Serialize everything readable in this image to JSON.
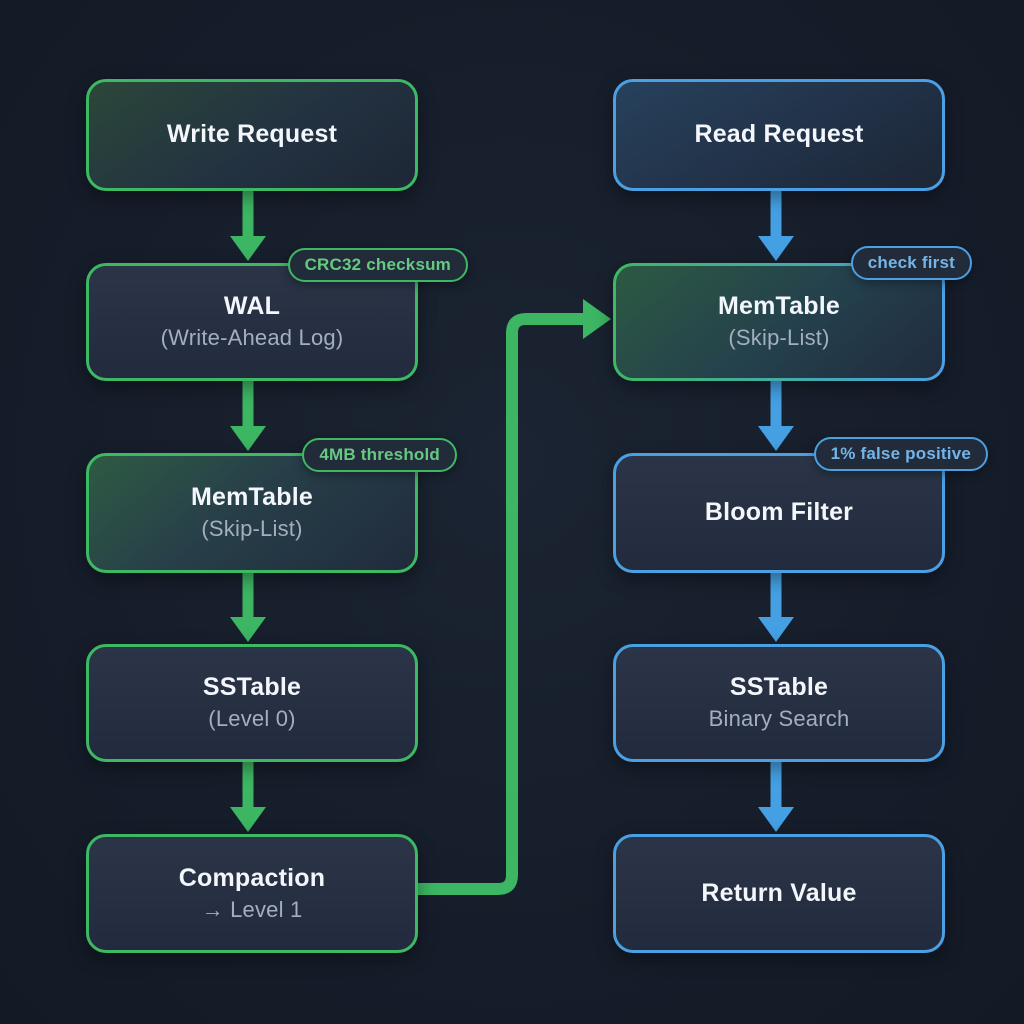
{
  "diagram": {
    "colors": {
      "background": "#161d2a",
      "green_accent": "#3db863",
      "blue_accent": "#4aa0e2",
      "title_text": "#f3f6fa",
      "subtitle_text": "#a3aebf"
    },
    "write_path": {
      "nodes": [
        {
          "title": "Write Request"
        },
        {
          "title": "WAL",
          "subtitle": "(Write-Ahead Log)",
          "badge": "CRC32 checksum"
        },
        {
          "title": "MemTable",
          "subtitle": "(Skip-List)",
          "badge": "4MB threshold"
        },
        {
          "title": "SSTable",
          "subtitle": "(Level 0)"
        },
        {
          "title": "Compaction",
          "subtitle": "→ Level 1"
        }
      ]
    },
    "read_path": {
      "nodes": [
        {
          "title": "Read Request"
        },
        {
          "title": "MemTable",
          "subtitle": "(Skip-List)",
          "badge": "check first"
        },
        {
          "title": "Bloom Filter",
          "badge": "1% false positive"
        },
        {
          "title": "SSTable",
          "subtitle": "Binary Search"
        },
        {
          "title": "Return Value"
        }
      ]
    },
    "edges": [
      "write-request→wal",
      "wal→memtable",
      "memtable→sstable-l0",
      "sstable-l0→compaction",
      "compaction→read-memtable",
      "read-request→memtable",
      "memtable→bloom-filter",
      "bloom-filter→sstable",
      "sstable→return-value"
    ]
  }
}
